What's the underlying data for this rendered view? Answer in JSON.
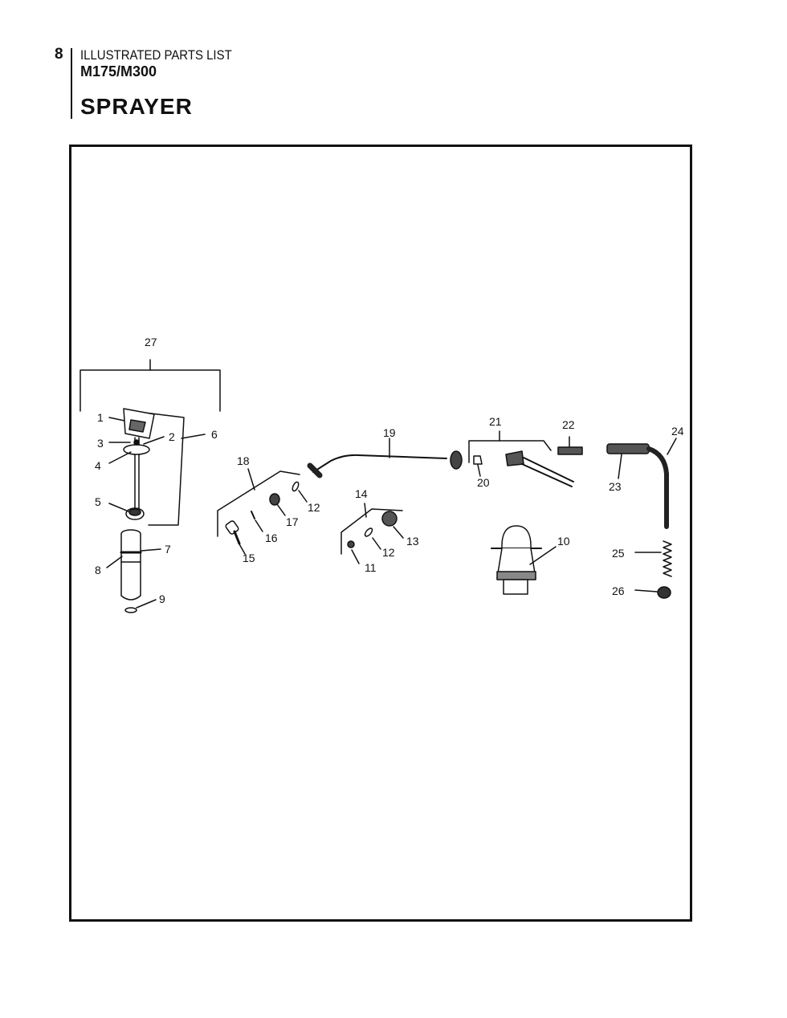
{
  "header": {
    "page_number": "8",
    "doc_type": "ILLUSTRATED PARTS LIST",
    "model": "M175/M300",
    "section_title": "SPRAYER"
  },
  "callouts": {
    "c1": "1",
    "c2": "2",
    "c3": "3",
    "c4": "4",
    "c5": "5",
    "c6": "6",
    "c7": "7",
    "c8": "8",
    "c9": "9",
    "c10": "10",
    "c11": "11",
    "c12a": "12",
    "c12b": "12",
    "c13": "13",
    "c14": "14",
    "c15": "15",
    "c16": "16",
    "c17": "17",
    "c18": "18",
    "c19": "19",
    "c20": "20",
    "c21": "21",
    "c22": "22",
    "c23": "23",
    "c24": "24",
    "c25": "25",
    "c26": "26",
    "c27": "27"
  }
}
